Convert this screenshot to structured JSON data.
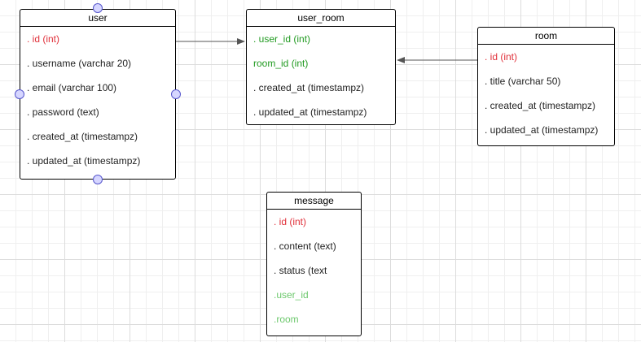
{
  "tables": {
    "user": {
      "title": "user",
      "fields": [
        {
          "text": ". id (int)",
          "color": "#e0303a"
        },
        {
          "text": ". username (varchar 20)"
        },
        {
          "text": ". email (varchar 100)"
        },
        {
          "text": ". password (text)"
        },
        {
          "text": ". created_at (timestampz)"
        },
        {
          "text": ". updated_at (timestampz)"
        }
      ]
    },
    "user_room": {
      "title": "user_room",
      "fields": [
        {
          "text": ". user_id (int)",
          "color": "#209a20"
        },
        {
          "text": "room_id (int)",
          "color": "#209a20"
        },
        {
          "text": ". created_at (timestampz)"
        },
        {
          "text": ". updated_at (timestampz)"
        }
      ]
    },
    "room": {
      "title": "room",
      "fields": [
        {
          "text": ". id (int)",
          "color": "#e0303a"
        },
        {
          "text": ". title (varchar 50)"
        },
        {
          "text": ". created_at (timestampz)"
        },
        {
          "text": ". updated_at (timestampz)"
        }
      ]
    },
    "message": {
      "title": "message",
      "fields": [
        {
          "text": ". id (int)",
          "color": "#e0303a"
        },
        {
          "text": ". content (text)"
        },
        {
          "text": ". status (text"
        },
        {
          "text": ".user_id",
          "color": "#6cc86c"
        },
        {
          "text": ".room",
          "color": "#6cc86c"
        }
      ]
    }
  },
  "colors": {
    "primary_key": "#e0303a",
    "foreign_key": "#209a20",
    "pending_field": "#6cc86c",
    "handle_fill": "#d6d6ff",
    "handle_stroke": "#5555cc",
    "connector": "#555555"
  },
  "connectors": [
    {
      "from": "user",
      "to": "user_room",
      "arrow": "end"
    },
    {
      "from": "room",
      "to": "user_room",
      "arrow": "end"
    }
  ]
}
